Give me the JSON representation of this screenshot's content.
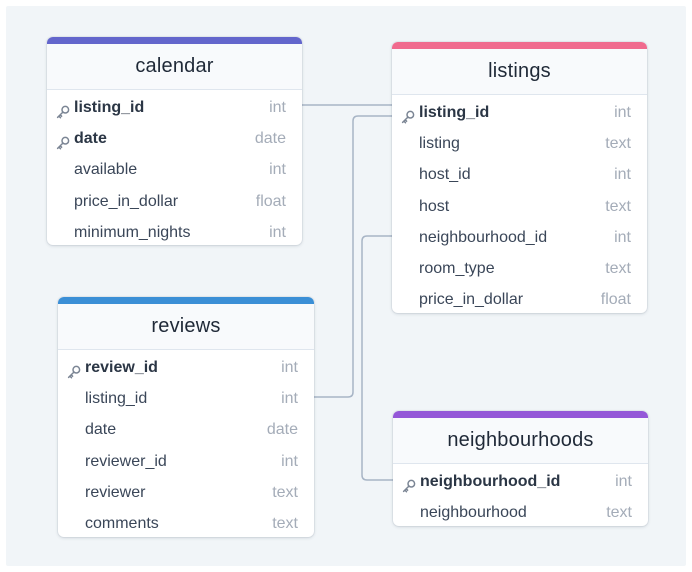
{
  "colors": {
    "background": "#f1f5f8",
    "connector": "#a8b5c6",
    "calendar_accent": "#6366cc",
    "listings_accent": "#f06a8e",
    "reviews_accent": "#3b8fd6",
    "neighbourhoods_accent": "#9457d8"
  },
  "icons": {
    "primary_key": "key-icon"
  },
  "tables": {
    "calendar": {
      "name": "calendar",
      "fields": [
        {
          "name": "listing_id",
          "type": "int",
          "pk": true
        },
        {
          "name": "date",
          "type": "date",
          "pk": true
        },
        {
          "name": "available",
          "type": "int",
          "pk": false
        },
        {
          "name": "price_in_dollar",
          "type": "float",
          "pk": false
        },
        {
          "name": "minimum_nights",
          "type": "int",
          "pk": false
        }
      ]
    },
    "listings": {
      "name": "listings",
      "fields": [
        {
          "name": "listing_id",
          "type": "int",
          "pk": true
        },
        {
          "name": "listing",
          "type": "text",
          "pk": false
        },
        {
          "name": "host_id",
          "type": "int",
          "pk": false
        },
        {
          "name": "host",
          "type": "text",
          "pk": false
        },
        {
          "name": "neighbourhood_id",
          "type": "int",
          "pk": false
        },
        {
          "name": "room_type",
          "type": "text",
          "pk": false
        },
        {
          "name": "price_in_dollar",
          "type": "float",
          "pk": false
        }
      ]
    },
    "reviews": {
      "name": "reviews",
      "fields": [
        {
          "name": "review_id",
          "type": "int",
          "pk": true
        },
        {
          "name": "listing_id",
          "type": "int",
          "pk": false
        },
        {
          "name": "date",
          "type": "date",
          "pk": false
        },
        {
          "name": "reviewer_id",
          "type": "int",
          "pk": false
        },
        {
          "name": "reviewer",
          "type": "text",
          "pk": false
        },
        {
          "name": "comments",
          "type": "text",
          "pk": false
        }
      ]
    },
    "neighbourhoods": {
      "name": "neighbourhoods",
      "fields": [
        {
          "name": "neighbourhood_id",
          "type": "int",
          "pk": true
        },
        {
          "name": "neighbourhood",
          "type": "text",
          "pk": false
        }
      ]
    }
  },
  "relations": [
    {
      "from": "calendar.listing_id",
      "to": "listings.listing_id"
    },
    {
      "from": "reviews.listing_id",
      "to": "listings.listing_id"
    },
    {
      "from": "listings.neighbourhood_id",
      "to": "neighbourhoods.neighbourhood_id"
    }
  ]
}
